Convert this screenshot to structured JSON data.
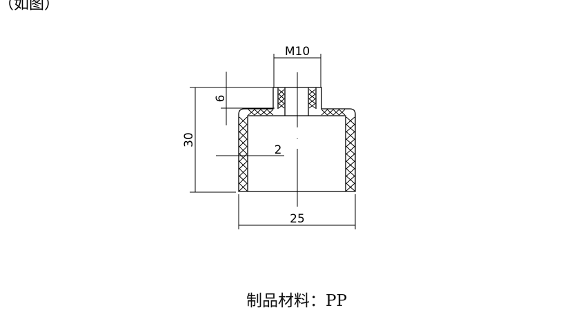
{
  "top_note": "（如图）",
  "drawing": {
    "dimensions": {
      "thread": "M10",
      "boss_height": "6",
      "total_height": "30",
      "wall_thickness": "2",
      "outer_diameter": "25"
    }
  },
  "caption": "制品材料：PP",
  "colors": {
    "line": "#000000",
    "background": "#ffffff"
  }
}
